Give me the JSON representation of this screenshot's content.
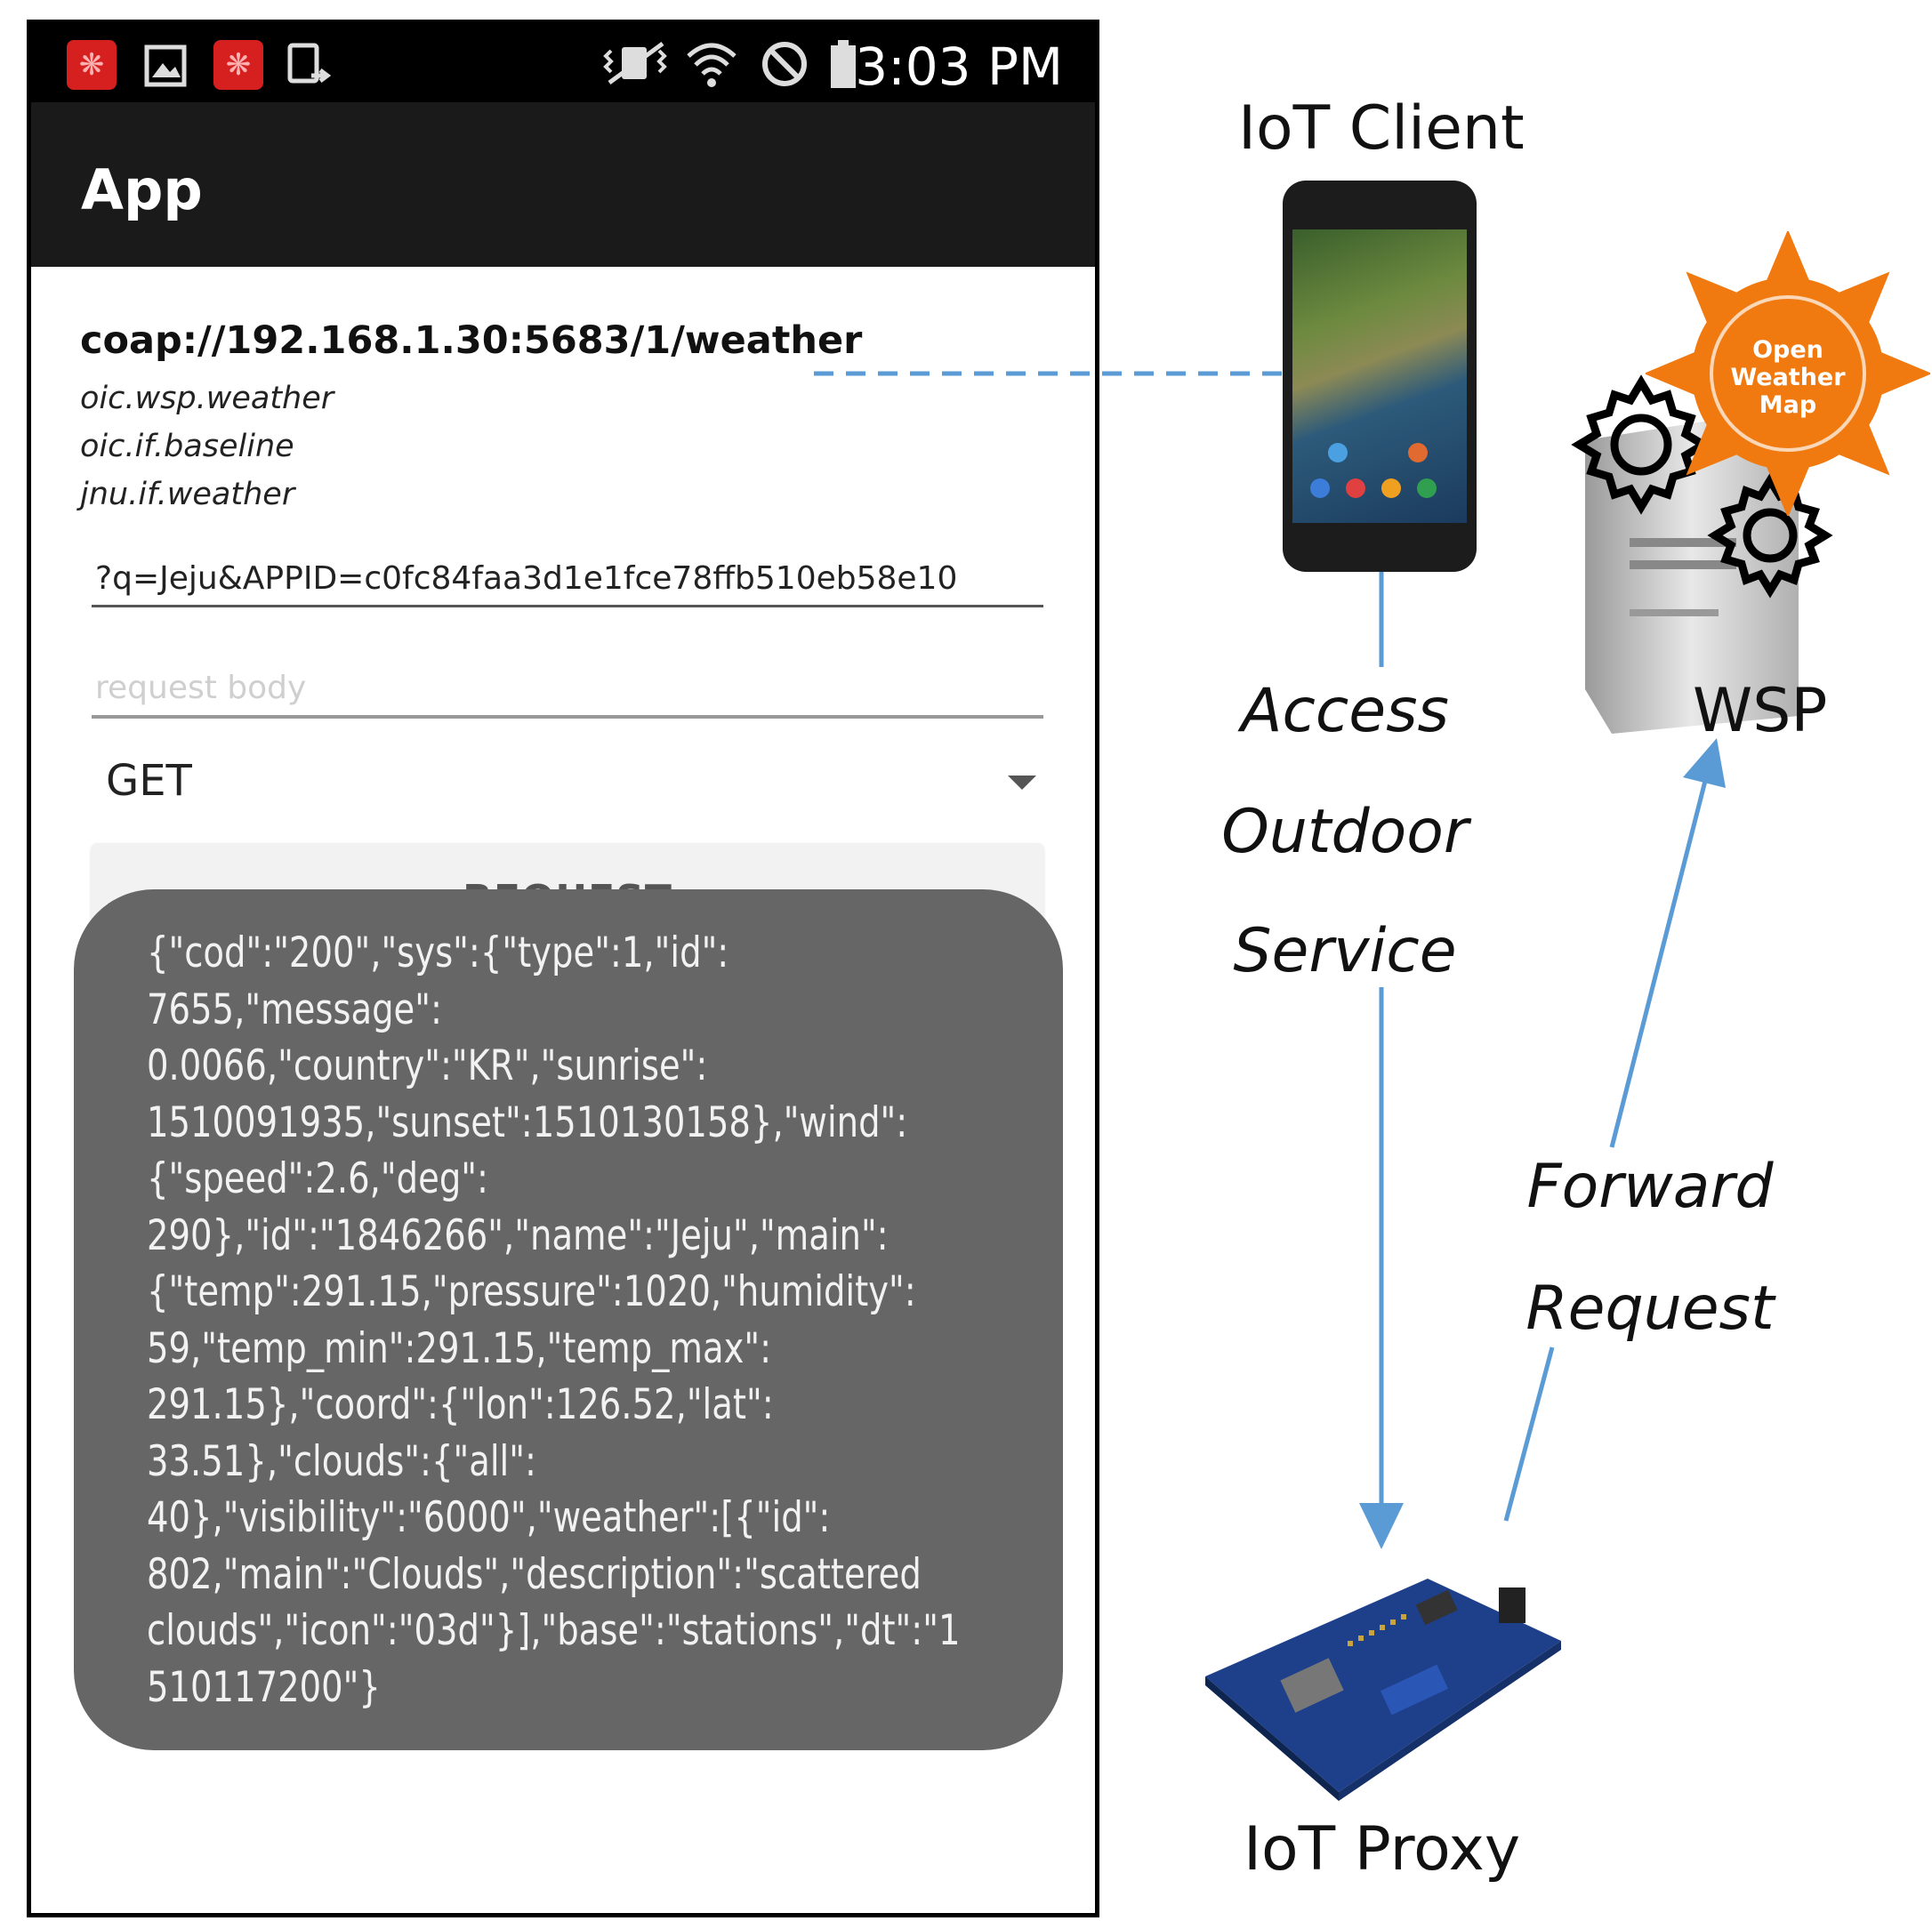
{
  "statusbar": {
    "time": "3:03 PM",
    "icons": [
      "app-notification-icon",
      "image-icon",
      "app-notification-icon",
      "screen-cast-icon",
      "vibrate-icon",
      "wifi-icon",
      "do-not-disturb-icon",
      "battery-icon"
    ]
  },
  "appbar": {
    "title": "App"
  },
  "resource": {
    "uri": "coap://192.168.1.30:5683/1/weather",
    "types": [
      "oic.wsp.weather",
      "oic.if.baseline",
      "jnu.if.weather"
    ]
  },
  "query": {
    "value": "?q=Jeju&APPID=c0fc84faa3d1e1fce78ffb510eb58e10"
  },
  "body_field": {
    "placeholder": "request body"
  },
  "method": {
    "selected": "GET"
  },
  "request_button": {
    "label": "REQUEST"
  },
  "toast": {
    "lines": [
      "{\"cod\":\"200\",\"sys\":{\"type\":1,\"id\":",
      "7655,\"message\":",
      "0.0066,\"country\":\"KR\",\"sunrise\":",
      "1510091935,\"sunset\":1510130158},\"wind\":",
      "{\"speed\":2.6,\"deg\":",
      "290},\"id\":\"1846266\",\"name\":\"Jeju\",\"main\":",
      "{\"temp\":291.15,\"pressure\":1020,\"humidity\":",
      "59,\"temp_min\":291.15,\"temp_max\":",
      "291.15},\"coord\":{\"lon\":126.52,\"lat\":",
      "33.51},\"clouds\":{\"all\":",
      "40},\"visibility\":\"6000\",\"weather\":[{\"id\":",
      "802,\"main\":\"Clouds\",\"description\":\"scattered",
      "clouds\",\"icon\":\"03d\"}],\"base\":\"stations\",\"dt\":\"1",
      "510117200\"}"
    ]
  },
  "diagram": {
    "client_label": "IoT Client",
    "proxy_label": "IoT Proxy",
    "wsp_label": "WSP",
    "access_words": [
      "Access",
      "Outdoor",
      "Service"
    ],
    "forward_words": [
      "Forward",
      "Request"
    ],
    "owm_logo_lines": [
      "Open",
      "Weather",
      "Map"
    ]
  },
  "colors": {
    "arrow": "#5b9bd5",
    "owm_orange": "#f07a10",
    "toast_bg": "#666666",
    "appbar_bg": "#1a1a1a",
    "notif_red": "#d62020"
  }
}
